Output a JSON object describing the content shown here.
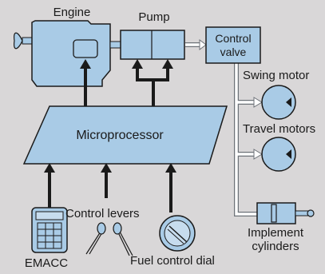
{
  "labels": {
    "engine": "Engine",
    "pump": "Pump",
    "control_valve_line1": "Control",
    "control_valve_line2": "valve",
    "swing_motor": "Swing motor",
    "travel_motors": "Travel motors",
    "microprocessor": "Microprocessor",
    "control_levers": "Control levers",
    "implement_line1": "Implement",
    "implement_line2": "cylinders",
    "emacc": "EMACC",
    "fuel_control_dial": "Fuel control dial"
  },
  "colors": {
    "background": "#d9d7d8",
    "component_fill": "#a9cbe6",
    "outline": "#1a1a1a",
    "hydraulic_line": "#ffffff"
  }
}
